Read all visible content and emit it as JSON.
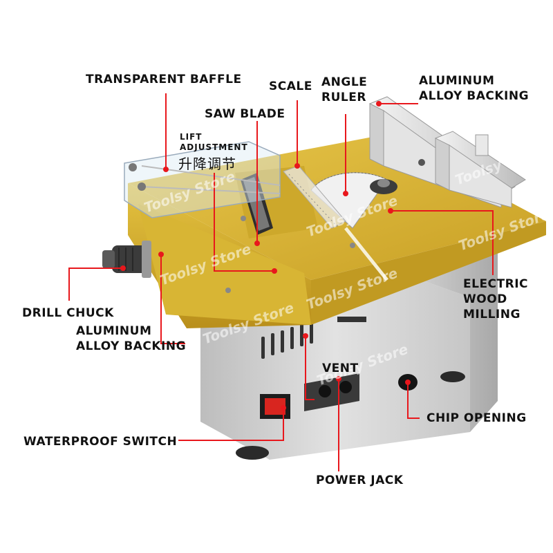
{
  "labels": {
    "transparent_baffle": "TRANSPARENT BAFFLE",
    "scale": "SCALE",
    "angle_ruler_1": "ANGLE",
    "angle_ruler_2": "RULER",
    "aluminum_top_1": "ALUMINUM",
    "aluminum_top_2": "ALLOY BACKING",
    "saw_blade": "SAW BLADE",
    "lift_adjustment_1": "LIFT",
    "lift_adjustment_2": "ADJUSTMENT",
    "lift_adjustment_cn": "升降调节",
    "drill_chuck": "DRILL CHUCK",
    "aluminum_side_1": "ALUMINUM",
    "aluminum_side_2": "ALLOY BACKING",
    "electric_1": "ELECTRIC",
    "electric_2": "WOOD",
    "electric_3": "MILLING",
    "vent": "VENT",
    "chip_opening": "CHIP OPENING",
    "waterproof_switch": "WATERPROOF SWITCH",
    "power_jack": "POWER JACK"
  },
  "watermark": "Toolsy Store",
  "colors": {
    "leader": "#e8171c",
    "table_gold": "#d9b334",
    "table_gold_dark": "#b8901a",
    "body_gray": "#d6d6d6",
    "body_dark": "#9a9a9a",
    "switch_red": "#d8251f"
  }
}
